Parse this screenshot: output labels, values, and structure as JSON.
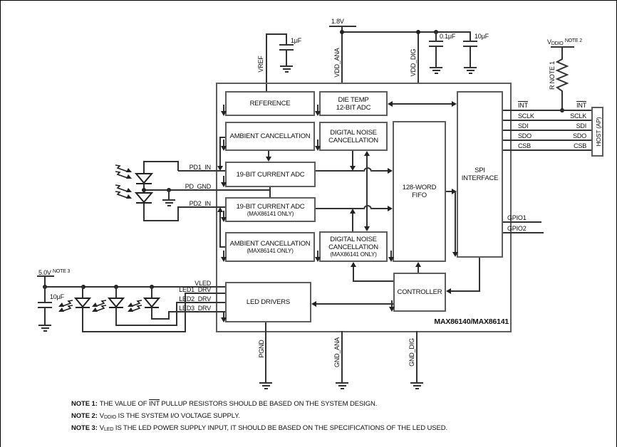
{
  "part_label": "MAX86140/MAX86141",
  "supplies": {
    "v18": "1.8V",
    "v50": "5.0V",
    "v50_note": "NOTE 3",
    "vddio_v": "V",
    "vddio_sub": "DDIO",
    "vddio_note": "NOTE 2",
    "r_label": "R NOTE 1"
  },
  "caps": {
    "c_vref": "1μF",
    "c_01": "0.1μF",
    "c_10_top": "10μF",
    "c_10_led": "10μF"
  },
  "pins": {
    "vref": "VREF",
    "vdd_ana": "VDD_ANA",
    "vdd_dig": "VDD_DIG",
    "pd1": "PD1_IN",
    "pd_gnd": "PD_GND",
    "pd2": "PD2_IN",
    "vled": "VLED",
    "led1": "LED1_DRV",
    "led2": "LED2_DRV",
    "led3": "LED3_DRV",
    "pgnd": "PGND",
    "gnd_ana": "GND_ANA",
    "gnd_dig": "GND_DIG",
    "gpio1": "GPIO1",
    "gpio2": "GPIO2"
  },
  "spi_signals": {
    "int": "INT",
    "sclk": "SCLK",
    "sdi": "SDI",
    "sdo": "SDO",
    "csb": "CSB"
  },
  "host_label": "HOST (AP)",
  "blocks": {
    "reference": {
      "lines": [
        "REFERENCE"
      ]
    },
    "die_temp": {
      "lines": [
        "DIE TEMP",
        "12-BIT ADC"
      ]
    },
    "ac1": {
      "lines": [
        "AMBIENT CANCELLATION"
      ]
    },
    "dnc1": {
      "lines": [
        "DIGITAL NOISE",
        "CANCELLATION"
      ]
    },
    "adc1": {
      "lines": [
        "19-BIT CURRENT ADC"
      ]
    },
    "adc2": {
      "lines": [
        "19-BIT CURRENT ADC"
      ],
      "sub": "(MAX86141 ONLY)"
    },
    "ac2": {
      "lines": [
        "AMBIENT CANCELLATION"
      ],
      "sub": "(MAX86141 ONLY)"
    },
    "dnc2": {
      "lines": [
        "DIGITAL NOISE",
        "CANCELLATION"
      ],
      "sub": "(MAX86141 ONLY)"
    },
    "fifo": {
      "lines": [
        "128-WORD",
        "FIFO"
      ]
    },
    "spi": {
      "lines": [
        "SPI",
        "INTERFACE"
      ]
    },
    "controller": {
      "lines": [
        "CONTROLLER"
      ]
    },
    "led_drivers": {
      "lines": [
        "LED DRIVERS"
      ]
    }
  },
  "notes": {
    "n1_label": "NOTE 1:",
    "n1_pre": "THE VALUE OF ",
    "n1_int": "INT",
    "n1_post": " PULLUP RESISTORS SHOULD BE BASED ON THE SYSTEM DESIGN.",
    "n2_label": "NOTE 2:",
    "n2_v": "V",
    "n2_sub": "DDIO",
    "n2_post": " IS THE SYSTEM I/O VOLTAGE SUPPLY.",
    "n3_label": "NOTE 3:",
    "n3_v": "V",
    "n3_sub": "LED",
    "n3_post": " IS THE LED POWER SUPPLY INPUT, IT SHOULD BE BASED ON THE SPECIFICATIONS OF THE LED USED."
  }
}
